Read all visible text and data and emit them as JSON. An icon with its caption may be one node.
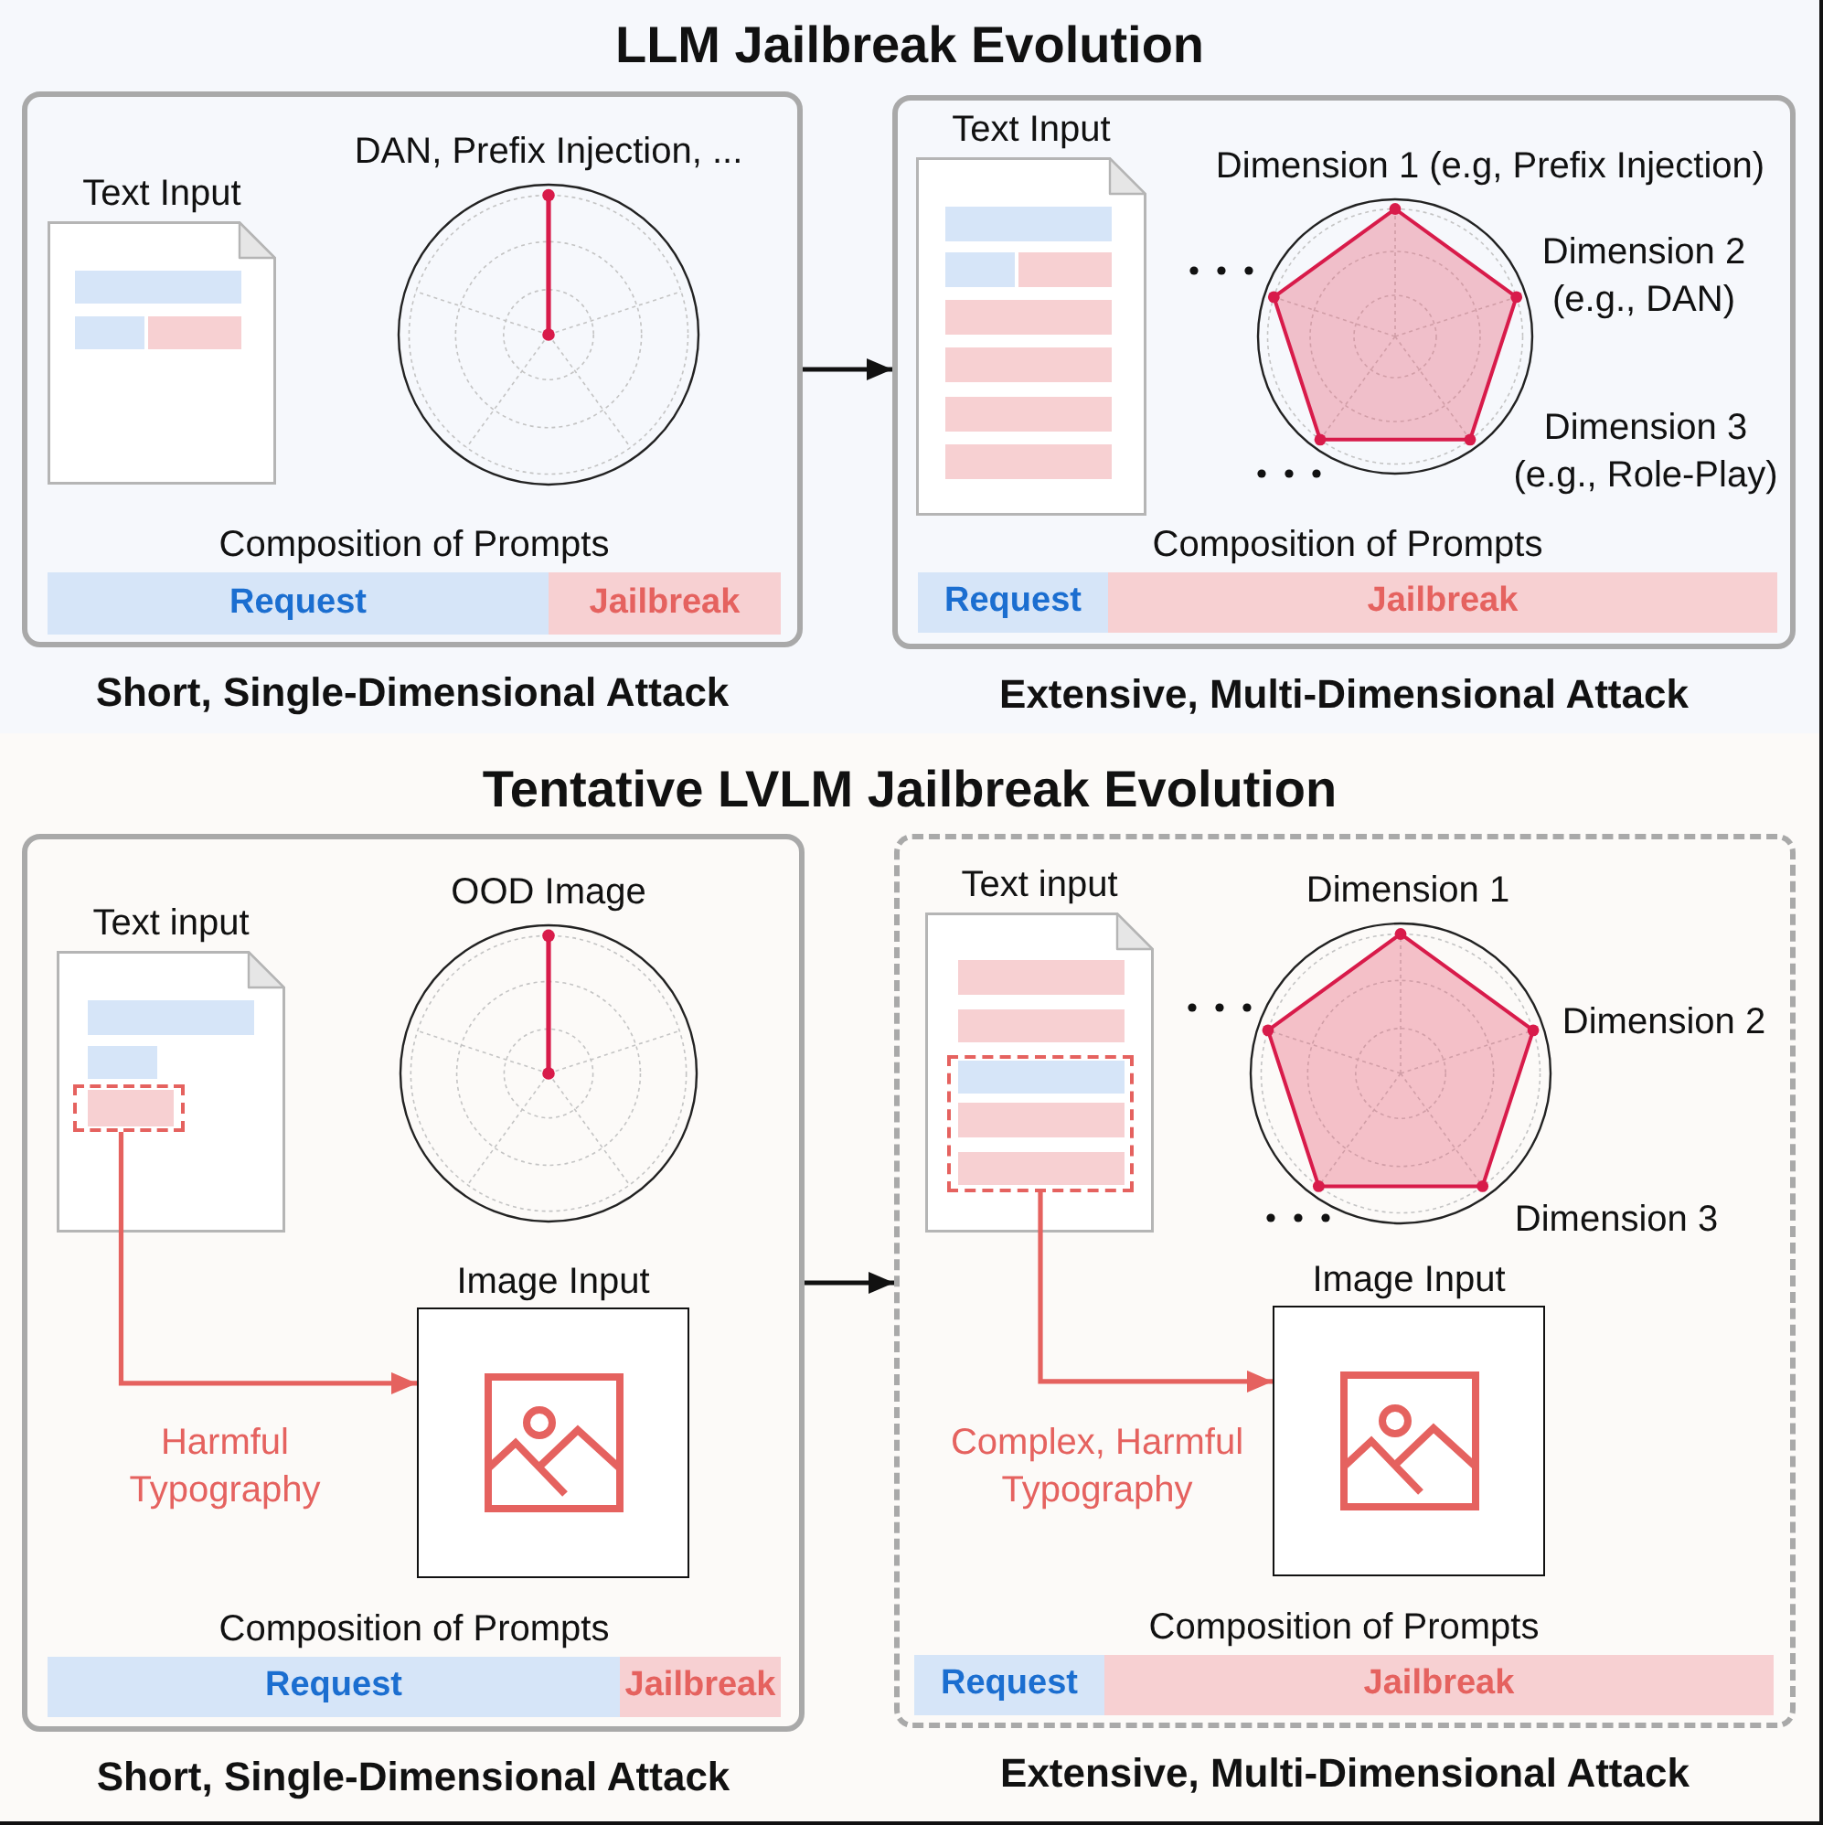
{
  "diagram": {
    "nodes": [
      {
        "text": [
          "LLM Jailbreak Evolution"
        ]
      },
      {
        "text": [],
        "shape": "box",
        "in": 0,
        "beside": [
          "Short, Single-Dimensional Attack"
        ]
      },
      {
        "text": [
          "Text Input"
        ],
        "in": 1
      },
      {
        "text": [
          "DAN, Prefix Injection, ..."
        ],
        "in": 1
      },
      {
        "text": [
          "Composition of Prompts"
        ],
        "in": 1
      },
      {
        "text": [
          "Request"
        ],
        "in": 4
      },
      {
        "text": [
          "Jailbreak"
        ],
        "in": 4
      },
      {
        "text": [],
        "shape": "box",
        "in": 0,
        "beside": [
          "Extensive, Multi-Dimensional Attack"
        ]
      },
      {
        "text": [
          "Text Input"
        ],
        "in": 7
      },
      {
        "text": [
          "Dimension 1 (e.g, Prefix Injection)",
          "Dimension 2 (e.g., DAN)",
          "Dimension 3 (e.g., Role-Play)"
        ],
        "in": 7
      },
      {
        "text": [
          "Composition of Prompts"
        ],
        "in": 7
      },
      {
        "text": [
          "Request"
        ],
        "in": 10
      },
      {
        "text": [
          "Jailbreak"
        ],
        "in": 10
      },
      {
        "text": [
          "Tentative LVLM Jailbreak Evolution"
        ]
      },
      {
        "text": [],
        "shape": "box",
        "in": 13,
        "beside": [
          "Short, Single-Dimensional Attack"
        ]
      },
      {
        "text": [
          "Text input"
        ],
        "in": 14
      },
      {
        "text": [],
        "shape": "box",
        "in": 15
      },
      {
        "text": [
          "OOD Image"
        ],
        "in": 14
      },
      {
        "text": [
          "Image Input"
        ],
        "in": 14
      },
      {
        "text": [
          "Composition of Prompts"
        ],
        "in": 14
      },
      {
        "text": [
          "Request"
        ],
        "in": 19
      },
      {
        "text": [
          "Jailbreak"
        ],
        "in": 19
      },
      {
        "text": [],
        "shape": "box",
        "in": 13,
        "beside": [
          "Extensive, Multi-Dimensional Attack"
        ]
      },
      {
        "text": [
          "Text input"
        ],
        "in": 22
      },
      {
        "text": [],
        "shape": "box",
        "in": 23
      },
      {
        "text": [
          "Dimension 1",
          "Dimension 2",
          "Dimension 3"
        ],
        "in": 22
      },
      {
        "text": [
          "Image Input"
        ],
        "in": 22
      },
      {
        "text": [
          "Composition of Prompts"
        ],
        "in": 22
      },
      {
        "text": [
          "Request"
        ],
        "in": 27
      },
      {
        "text": [
          "Jailbreak"
        ],
        "in": 27
      }
    ],
    "edges": [
      {
        "from": 1,
        "to": 7,
        "arrow": "to"
      },
      {
        "from": 16,
        "to": 18,
        "arrow": "to",
        "label": "Harmful Typography",
        "color": "#e5625f"
      },
      {
        "from": 14,
        "to": 22,
        "arrow": "to"
      },
      {
        "from": 24,
        "to": 26,
        "arrow": "to",
        "label": "Complex, Harmful Typography",
        "color": "#e5625f"
      }
    ]
  }
}
